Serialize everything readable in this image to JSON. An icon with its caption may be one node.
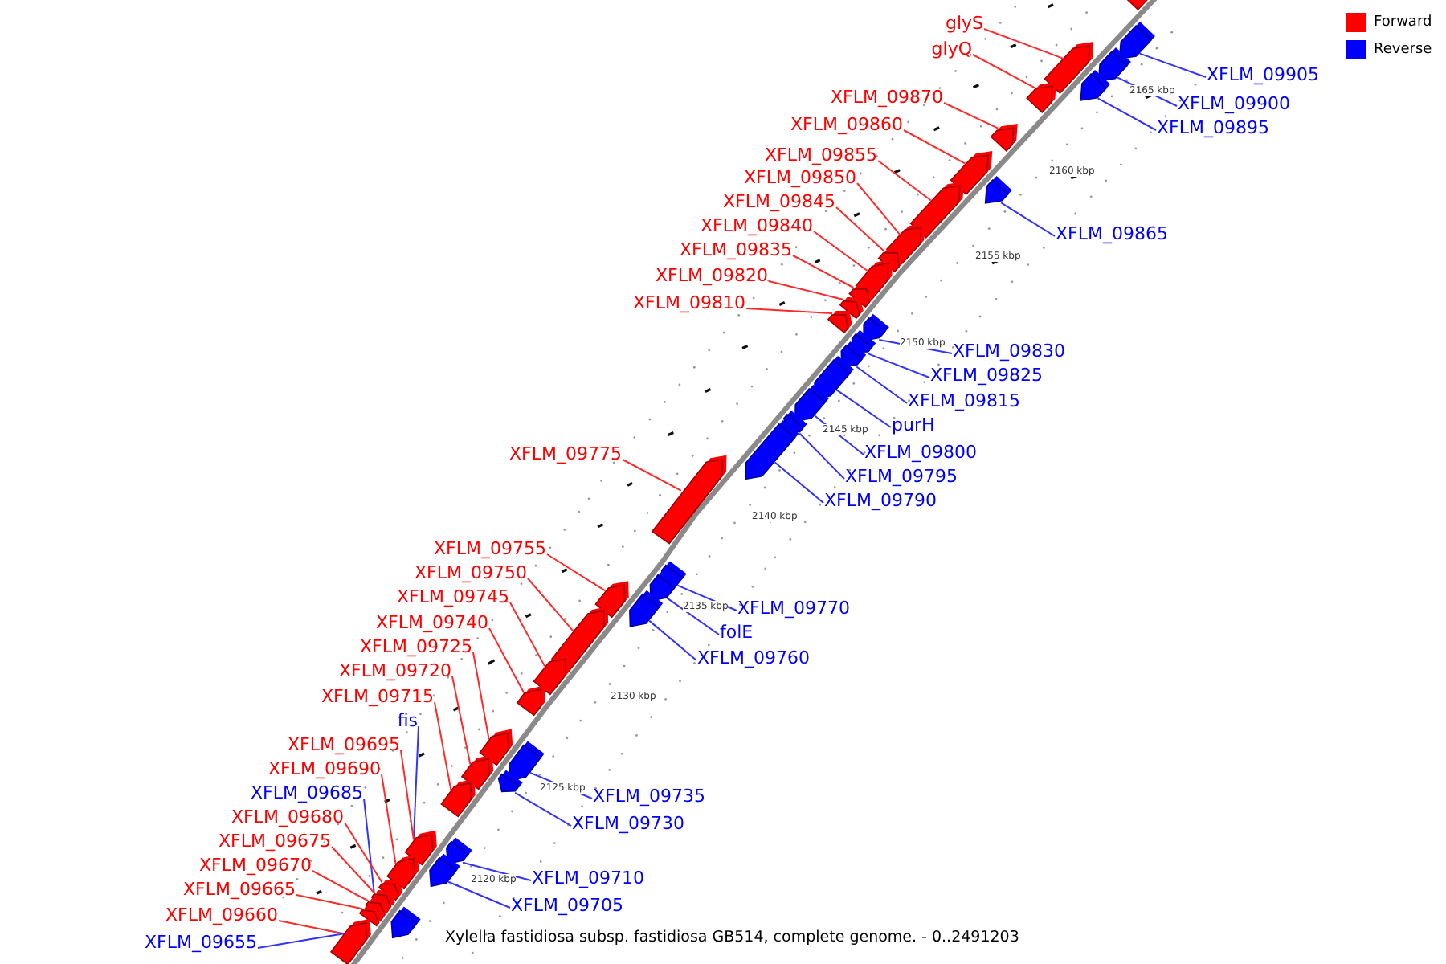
{
  "diagram": {
    "caption": "Xylella fastidiosa subsp. fastidiosa GB514, complete genome. - 0..2491203",
    "nodes": [
      {
        "text": [
          "glyS"
        ]
      },
      {
        "text": [
          "glyQ"
        ]
      },
      {
        "text": [
          "XFLM_09905"
        ]
      },
      {
        "text": [
          "XFLM_09870"
        ]
      },
      {
        "text": [
          "XFLM_09900"
        ]
      },
      {
        "text": [
          "XFLM_09860"
        ]
      },
      {
        "text": [
          "XFLM_09895"
        ]
      },
      {
        "text": [
          "XFLM_09855"
        ]
      },
      {
        "text": [
          "XFLM_09850"
        ]
      },
      {
        "text": [
          "XFLM_09845"
        ]
      },
      {
        "text": [
          "XFLM_09840"
        ]
      },
      {
        "text": [
          "XFLM_09865"
        ]
      },
      {
        "text": [
          "XFLM_09835"
        ]
      },
      {
        "text": [
          "XFLM_09820"
        ]
      },
      {
        "text": [
          "XFLM_09810"
        ]
      },
      {
        "text": [
          "XFLM_09830"
        ]
      },
      {
        "text": [
          "XFLM_09825"
        ]
      },
      {
        "text": [
          "XFLM_09815"
        ]
      },
      {
        "text": [
          "purH"
        ]
      },
      {
        "text": [
          "XFLM_09775"
        ]
      },
      {
        "text": [
          "XFLM_09800"
        ]
      },
      {
        "text": [
          "XFLM_09795"
        ]
      },
      {
        "text": [
          "XFLM_09790"
        ]
      },
      {
        "text": [
          "XFLM_09755"
        ]
      },
      {
        "text": [
          "XFLM_09750"
        ]
      },
      {
        "text": [
          "XFLM_09745"
        ]
      },
      {
        "text": [
          "XFLM_09770"
        ]
      },
      {
        "text": [
          "XFLM_09740"
        ]
      },
      {
        "text": [
          "folE"
        ]
      },
      {
        "text": [
          "XFLM_09725"
        ]
      },
      {
        "text": [
          "XFLM_09760"
        ]
      },
      {
        "text": [
          "XFLM_09720"
        ]
      },
      {
        "text": [
          "XFLM_09715"
        ]
      },
      {
        "text": [
          "fis"
        ]
      },
      {
        "text": [
          "XFLM_09695"
        ]
      },
      {
        "text": [
          "XFLM_09690"
        ]
      },
      {
        "text": [
          "XFLM_09685"
        ]
      },
      {
        "text": [
          "XFLM_09735"
        ]
      },
      {
        "text": [
          "XFLM_09680"
        ]
      },
      {
        "text": [
          "XFLM_09730"
        ]
      },
      {
        "text": [
          "XFLM_09675"
        ]
      },
      {
        "text": [
          "XFLM_09670"
        ]
      },
      {
        "text": [
          "XFLM_09710"
        ]
      },
      {
        "text": [
          "XFLM_09665"
        ]
      },
      {
        "text": [
          "XFLM_09705"
        ]
      },
      {
        "text": [
          "XFLM_09660"
        ]
      },
      {
        "text": [
          "XFLM_09655"
        ]
      },
      {
        "text": [],
        "shape": "arrow"
      },
      {
        "text": [],
        "shape": "arrow"
      },
      {
        "text": [],
        "shape": "arrow"
      },
      {
        "text": [],
        "shape": "arrow"
      },
      {
        "text": [],
        "shape": "arrow"
      },
      {
        "text": [],
        "shape": "arrow"
      },
      {
        "text": [],
        "shape": "arrow"
      },
      {
        "text": [],
        "shape": "arrow"
      },
      {
        "text": [],
        "shape": "arrow"
      },
      {
        "text": [],
        "shape": "arrow"
      },
      {
        "text": [],
        "shape": "arrow"
      },
      {
        "text": [],
        "shape": "arrow"
      },
      {
        "text": [],
        "shape": "arrow"
      },
      {
        "text": [],
        "shape": "arrow"
      },
      {
        "text": [],
        "shape": "arrow"
      },
      {
        "text": [],
        "shape": "arrow"
      },
      {
        "text": [],
        "shape": "arrow"
      },
      {
        "text": [],
        "shape": "arrow"
      },
      {
        "text": [],
        "shape": "arrow"
      },
      {
        "text": [],
        "shape": "arrow"
      },
      {
        "text": [],
        "shape": "arrow"
      },
      {
        "text": [],
        "shape": "arrow"
      },
      {
        "text": [],
        "shape": "arrow"
      },
      {
        "text": [],
        "shape": "arrow"
      },
      {
        "text": [],
        "shape": "arrow"
      },
      {
        "text": [],
        "shape": "arrow"
      },
      {
        "text": [],
        "shape": "arrow"
      },
      {
        "text": [],
        "shape": "arrow"
      },
      {
        "text": [],
        "shape": "arrow"
      },
      {
        "text": [],
        "shape": "arrow"
      },
      {
        "text": [],
        "shape": "arrow"
      },
      {
        "text": [],
        "shape": "arrow"
      },
      {
        "text": [],
        "shape": "arrow"
      },
      {
        "text": [],
        "shape": "arrow"
      },
      {
        "text": [],
        "shape": "arrow"
      },
      {
        "text": [],
        "shape": "arrow"
      },
      {
        "text": [],
        "shape": "arrow"
      },
      {
        "text": [],
        "shape": "arrow"
      },
      {
        "text": [],
        "shape": "arrow"
      },
      {
        "text": [],
        "shape": "arrow"
      },
      {
        "text": [],
        "shape": "arrow"
      },
      {
        "text": [],
        "shape": "arrow"
      },
      {
        "text": [],
        "shape": "arrow"
      },
      {
        "text": [],
        "shape": "arrow"
      },
      {
        "text": [],
        "shape": "arrow"
      },
      {
        "text": [],
        "shape": "arrow"
      }
    ],
    "edges": [
      {
        "from": 0,
        "to": 50,
        "arrow": "none"
      },
      {
        "from": 1,
        "to": 52,
        "arrow": "none"
      },
      {
        "from": 2,
        "to": 48,
        "arrow": "none",
        "color": "#3333ff"
      },
      {
        "from": 3,
        "to": 53,
        "arrow": "none"
      },
      {
        "from": 4,
        "to": 49,
        "arrow": "none",
        "color": "#3333ff"
      },
      {
        "from": 5,
        "to": 54,
        "arrow": "none"
      },
      {
        "from": 6,
        "to": 51,
        "arrow": "none",
        "color": "#3333ff"
      },
      {
        "from": 7,
        "to": 56,
        "arrow": "none"
      },
      {
        "from": 8,
        "to": 57,
        "arrow": "none"
      },
      {
        "from": 9,
        "to": 58,
        "arrow": "none"
      },
      {
        "from": 10,
        "to": 59,
        "arrow": "none"
      },
      {
        "from": 11,
        "to": 55,
        "arrow": "none",
        "color": "#3333ff"
      },
      {
        "from": 12,
        "to": 60,
        "arrow": "none"
      },
      {
        "from": 13,
        "to": 61,
        "arrow": "none"
      },
      {
        "from": 14,
        "to": 63,
        "arrow": "none"
      },
      {
        "from": 15,
        "to": 62,
        "arrow": "none",
        "color": "#3333ff"
      },
      {
        "from": 16,
        "to": 64,
        "arrow": "none",
        "color": "#3333ff"
      },
      {
        "from": 17,
        "to": 65,
        "arrow": "none",
        "color": "#3333ff"
      },
      {
        "from": 18,
        "to": 66,
        "arrow": "none",
        "color": "#3333ff"
      },
      {
        "from": 19,
        "to": 70,
        "arrow": "none"
      },
      {
        "from": 20,
        "to": 67,
        "arrow": "none",
        "color": "#3333ff"
      },
      {
        "from": 21,
        "to": 68,
        "arrow": "none",
        "color": "#3333ff"
      },
      {
        "from": 22,
        "to": 69,
        "arrow": "none",
        "color": "#3333ff"
      },
      {
        "from": 23,
        "to": 74,
        "arrow": "none"
      },
      {
        "from": 24,
        "to": 75,
        "arrow": "none"
      },
      {
        "from": 25,
        "to": 76,
        "arrow": "none"
      },
      {
        "from": 26,
        "to": 71,
        "arrow": "none",
        "color": "#3333ff"
      },
      {
        "from": 27,
        "to": 77,
        "arrow": "none"
      },
      {
        "from": 28,
        "to": 72,
        "arrow": "none",
        "color": "#3333ff"
      },
      {
        "from": 29,
        "to": 79,
        "arrow": "none"
      },
      {
        "from": 30,
        "to": 73,
        "arrow": "none",
        "color": "#3333ff"
      },
      {
        "from": 31,
        "to": 80,
        "arrow": "none"
      },
      {
        "from": 32,
        "to": 82,
        "arrow": "none"
      },
      {
        "from": 33,
        "to": 84,
        "arrow": "none",
        "color": "#3333ff"
      },
      {
        "from": 34,
        "to": 84,
        "arrow": "none"
      },
      {
        "from": 35,
        "to": 86,
        "arrow": "none"
      },
      {
        "from": 36,
        "to": 88,
        "arrow": "none",
        "color": "#3333ff"
      },
      {
        "from": 37,
        "to": 78,
        "arrow": "none",
        "color": "#3333ff"
      },
      {
        "from": 38,
        "to": 87,
        "arrow": "none"
      },
      {
        "from": 39,
        "to": 81,
        "arrow": "none",
        "color": "#3333ff"
      },
      {
        "from": 40,
        "to": 88,
        "arrow": "none"
      },
      {
        "from": 41,
        "to": 90,
        "arrow": "none"
      },
      {
        "from": 42,
        "to": 83,
        "arrow": "none",
        "color": "#3333ff"
      },
      {
        "from": 43,
        "to": 91,
        "arrow": "none"
      },
      {
        "from": 44,
        "to": 85,
        "arrow": "none",
        "color": "#3333ff"
      },
      {
        "from": 45,
        "to": 92,
        "arrow": "none"
      },
      {
        "from": 46,
        "to": 92,
        "arrow": "none",
        "color": "#3333ff"
      }
    ],
    "labels": [
      "2165 kbp",
      "2160 kbp",
      "2155 kbp",
      "2150 kbp",
      "2145 kbp",
      "2140 kbp",
      "2135 kbp",
      "2130 kbp",
      "2125 kbp",
      "2120 kbp"
    ],
    "legend": [
      {
        "text": "Forward",
        "color": "#ff0000"
      },
      {
        "text": "Reverse",
        "color": "#0000ff"
      }
    ]
  }
}
